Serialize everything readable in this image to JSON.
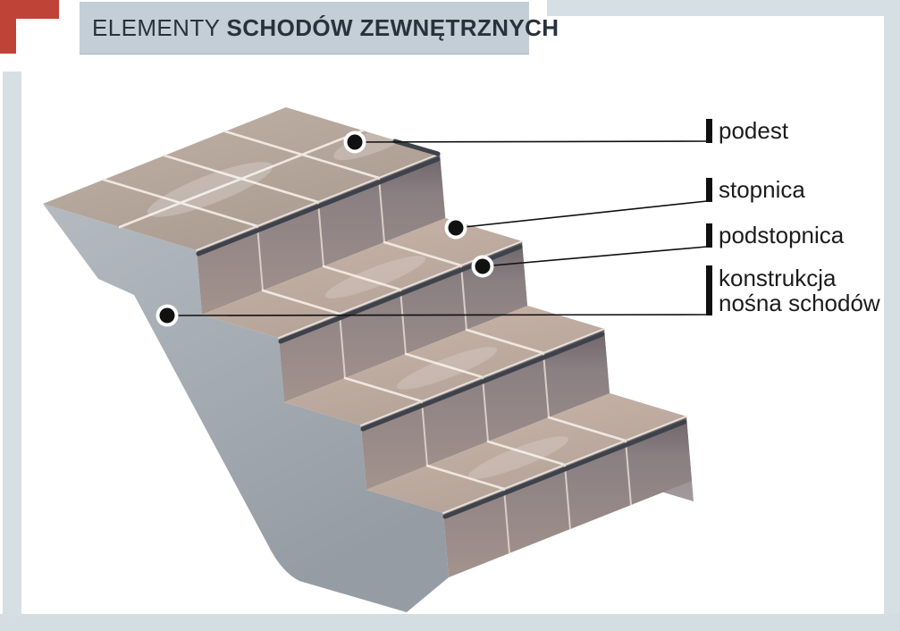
{
  "header": {
    "title_regular": "ELEMENTY",
    "title_bold": "SCHODÓW ZEWNĘTRZNYCH"
  },
  "diagram": {
    "type": "labeled-illustration",
    "subject": "tiled external concrete staircase, isometric view, four leader lines with dot markers",
    "labels": [
      {
        "text": "podest"
      },
      {
        "text": "stopnica"
      },
      {
        "text": "podstopnica"
      },
      {
        "line1": "konstrukcja",
        "line2": "nośna schodów"
      }
    ]
  },
  "colors": {
    "accent_red": "#bf4437",
    "header_bg": "#c3ced6",
    "frame": "#d6dfe4",
    "title_text": "#28323c",
    "label_text": "#1c1c1c",
    "tread_tile": "#bcab9f",
    "riser_tile": "#8d8184",
    "grout": "#f0e8e0",
    "concrete": "#a6adb4",
    "step_end_face": "#8f8990",
    "nosing": "#3e424b",
    "marker": "#111111"
  }
}
